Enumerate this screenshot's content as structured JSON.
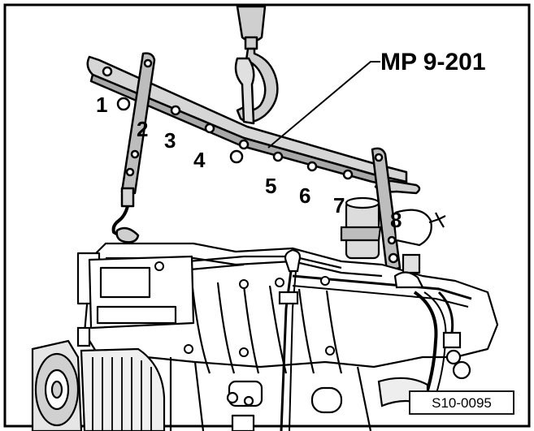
{
  "tool_label": "MP 9-201",
  "image_code": "S10-0095",
  "hole_labels": [
    "1",
    "2",
    "3",
    "4",
    "5",
    "6",
    "7",
    "8"
  ]
}
